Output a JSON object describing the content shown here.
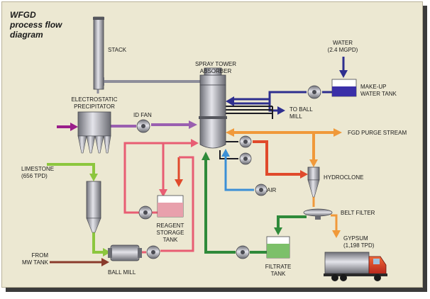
{
  "diagram": {
    "title": [
      "WFGD",
      "process flow",
      "diagram"
    ],
    "labels": {
      "stack": "STACK",
      "spray_tower": [
        "SPRAY TOWER",
        "ABSORBER"
      ],
      "water": [
        "WATER",
        "(2.4 MGPD)"
      ],
      "makeup_tank": [
        "MAKE-UP",
        "WATER TANK"
      ],
      "esp": [
        "ELECTROSTATIC",
        "PRECIPITATOR"
      ],
      "id_fan": "ID FAN",
      "to_ball_mill": [
        "TO BALL",
        "MILL"
      ],
      "fgd_purge": "FGD PURGE STREAM",
      "limestone": [
        "LIMESTONE",
        "(656 TPD)"
      ],
      "hydroclone": "HYDROCLONE",
      "air": "AIR",
      "belt_filter": "BELT FILTER",
      "reagent_tank": [
        "REAGENT",
        "STORAGE",
        "TANK"
      ],
      "gypsum": [
        "GYPSUM",
        "(1,198 TPD)"
      ],
      "from_mw_tank": [
        "FROM",
        "MW TANK"
      ],
      "ball_mill": "BALL MILL",
      "filtrate_tank": [
        "FILTRATE",
        "TANK"
      ]
    },
    "colors": {
      "background": "#ece8d2",
      "flue_gas": "#9a5fb0",
      "water": "#2e2f8f",
      "purge": "#f0993a",
      "slurry_red": "#e04a2c",
      "reagent_pink": "#e85d73",
      "limestone_green": "#8cc63e",
      "filtrate_green": "#2f8a3a",
      "air_blue": "#3b8fd6",
      "gas_gray": "#8e8e9a",
      "feed_brown": "#8a3b2c"
    }
  }
}
